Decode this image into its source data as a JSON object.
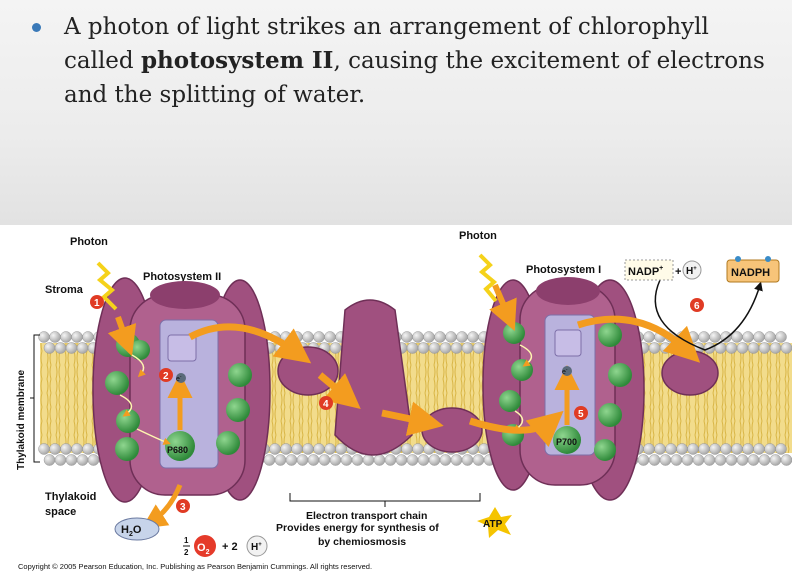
{
  "slide": {
    "bullet_before": "A photon of light strikes an arrangement of chlorophyll called ",
    "bullet_bold": "photosystem II",
    "bullet_after": ", causing the excitement of electrons and the splitting of water."
  },
  "diagram": {
    "photon_left": "Photon",
    "photon_right": "Photon",
    "ps2_label": "Photosystem II",
    "ps1_label": "Photosystem I",
    "stroma": "Stroma",
    "thylakoid_membrane": "Thylakoid membrane",
    "thylakoid_space_1": "Thylakoid",
    "thylakoid_space_2": "space",
    "nadp": "NADP",
    "nadp_sup": "+",
    "plus1": "+",
    "h": "H",
    "h_sup": "+",
    "nadph": "NADPH",
    "p680": "P680",
    "p700": "P700",
    "electron": "e",
    "electron_sup": "-",
    "water": "H",
    "water_sub": "2",
    "water_o": "O",
    "half_num": "1",
    "half_den": "2",
    "o2": "O",
    "o2_sub": "2",
    "plus2": "+ 2",
    "h2": "H",
    "h2_sup": "+",
    "etc_line1": "Electron transport chain",
    "etc_line2": "Provides energy for synthesis of",
    "etc_line3": "by chemiosmosis",
    "atp": "ATP",
    "step1": "1",
    "step2": "2",
    "step3": "3",
    "step4": "4",
    "step5": "5",
    "step6": "6",
    "copyright": "Copyright © 2005 Pearson Education, Inc. Publishing as Pearson Benjamin Cummings. All rights reserved."
  },
  "colors": {
    "complex": "#a0507f",
    "complex_dark": "#6f2f57",
    "inner": "#b9b2dd",
    "chlorophyll": "#4da64f",
    "arrow": "#f39c1f",
    "lipid_head": "#c8c8c8",
    "lipid_tail": "#e8c765",
    "step_badge": "#e03b24",
    "atp_star": "#f5c400"
  }
}
